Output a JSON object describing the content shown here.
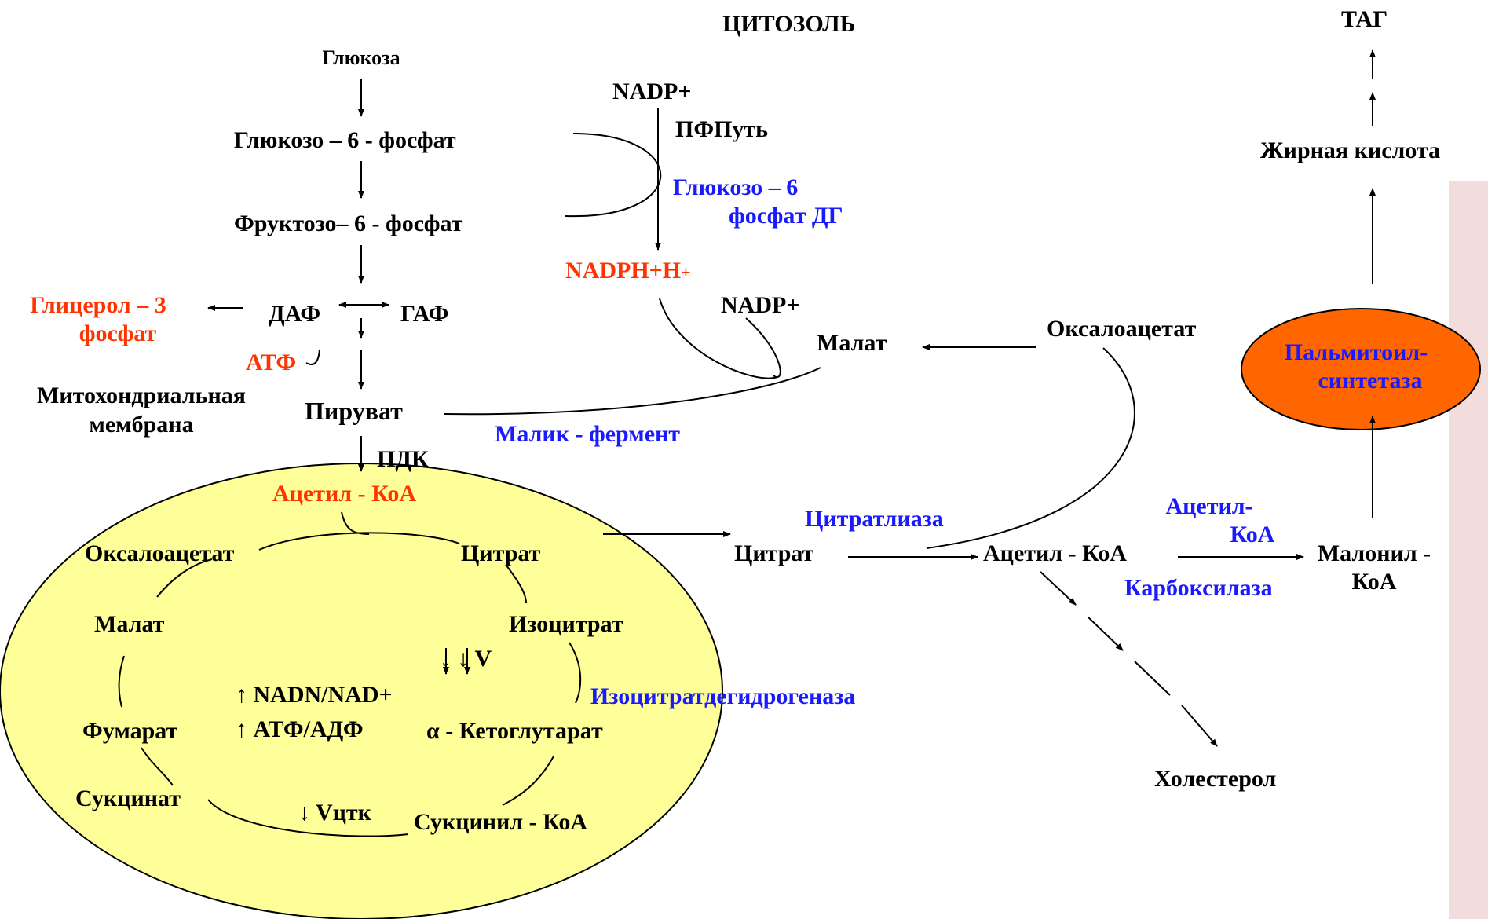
{
  "colors": {
    "black": "#000000",
    "red": "#ff3300",
    "blue": "#1a1aff",
    "mito_fill": "#ffff99",
    "synthase_fill": "#ff6600"
  },
  "header": {
    "cytosol": "ЦИТОЗОЛЬ"
  },
  "glycolysis": {
    "glucose": "Глюкоза",
    "g6p": "Глюкозо – 6 - фосфат",
    "f6p": "Фруктозо– 6 - фосфат",
    "daf": "ДАФ",
    "gaf": "ГАФ",
    "glycerol3p_line1": "Глицерол – 3",
    "glycerol3p_line2": "фосфат",
    "atf": "АТФ",
    "mito_membrane_line1": "Митохондриальная",
    "mito_membrane_line2": "мембрана",
    "pyruvate": "Пируват",
    "pdk": "ПДК",
    "acetyl_coa": "Ацетил - КоА"
  },
  "ppp": {
    "nadp_top": "NADP+",
    "ppp_label": "ПФПуть",
    "g6pdh_line1": "Глюкозо – 6",
    "g6pdh_line2": "фосфат ДГ",
    "nadph": "NADPH+H",
    "nadph_sub": "+",
    "nadp_second": "NADP+",
    "malate": "Малат",
    "malic_enzyme": "Малик - фермент",
    "oxaloacetate": "Оксалоацетат"
  },
  "tca": {
    "oxaloacetate": "Оксалоацетат",
    "citrate": "Цитрат",
    "isocitrate": "Изоцитрат",
    "malate": "Малат",
    "fumarate": "Фумарат",
    "succinate": "Сукцинат",
    "succinyl_coa": "Сукцинил - КоА",
    "alpha_kg": "α - Кетоглутарат",
    "v_down": "↓ ↓ V",
    "nadh_ratio": "↑ NADN/NAD+",
    "atp_ratio": "↑ АТФ/АДФ",
    "vtca": "↓ Vцтк",
    "icdh": "Изоцитратдегидрогеназа"
  },
  "lipogenesis": {
    "citrate": "Цитрат",
    "citrate_lyase": "Цитратлиаза",
    "acetyl_coa": "Ацетил - КоА",
    "acc_line1": "Ацетил-",
    "acc_line2": "КоА",
    "carboxylase": "Карбоксилаза",
    "malonyl_line1": "Малонил -",
    "malonyl_line2": "КоА",
    "cholesterol": "Холестерол",
    "synthase_line1": "Пальмитоил-",
    "synthase_line2": "синтетаза",
    "fatty_acid": "Жирная кислота",
    "tag": "ТАГ"
  }
}
